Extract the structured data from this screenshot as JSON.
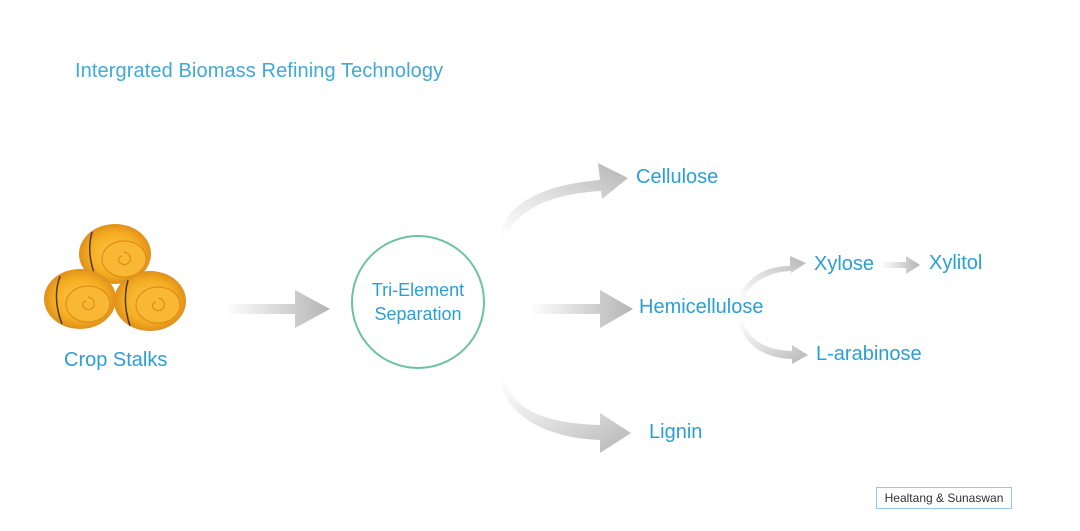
{
  "title": "Intergrated Biomass Refining Technology",
  "source": {
    "label": "Crop Stalks"
  },
  "process": {
    "line1": "Tri-Element",
    "line2": "Separation"
  },
  "products": {
    "cellulose": "Cellulose",
    "hemicellulose": "Hemicellulose",
    "lignin": "Lignin"
  },
  "derivatives": {
    "xylose": "Xylose",
    "xylitol": "Xylitol",
    "arabinose": "L-arabinose"
  },
  "watermark": "Healtang & Sunaswan",
  "colors": {
    "text": "#2a9fd6",
    "circle": "#6cc39c",
    "arrow": "#b4b4b4",
    "hay": "#f2a91c"
  }
}
